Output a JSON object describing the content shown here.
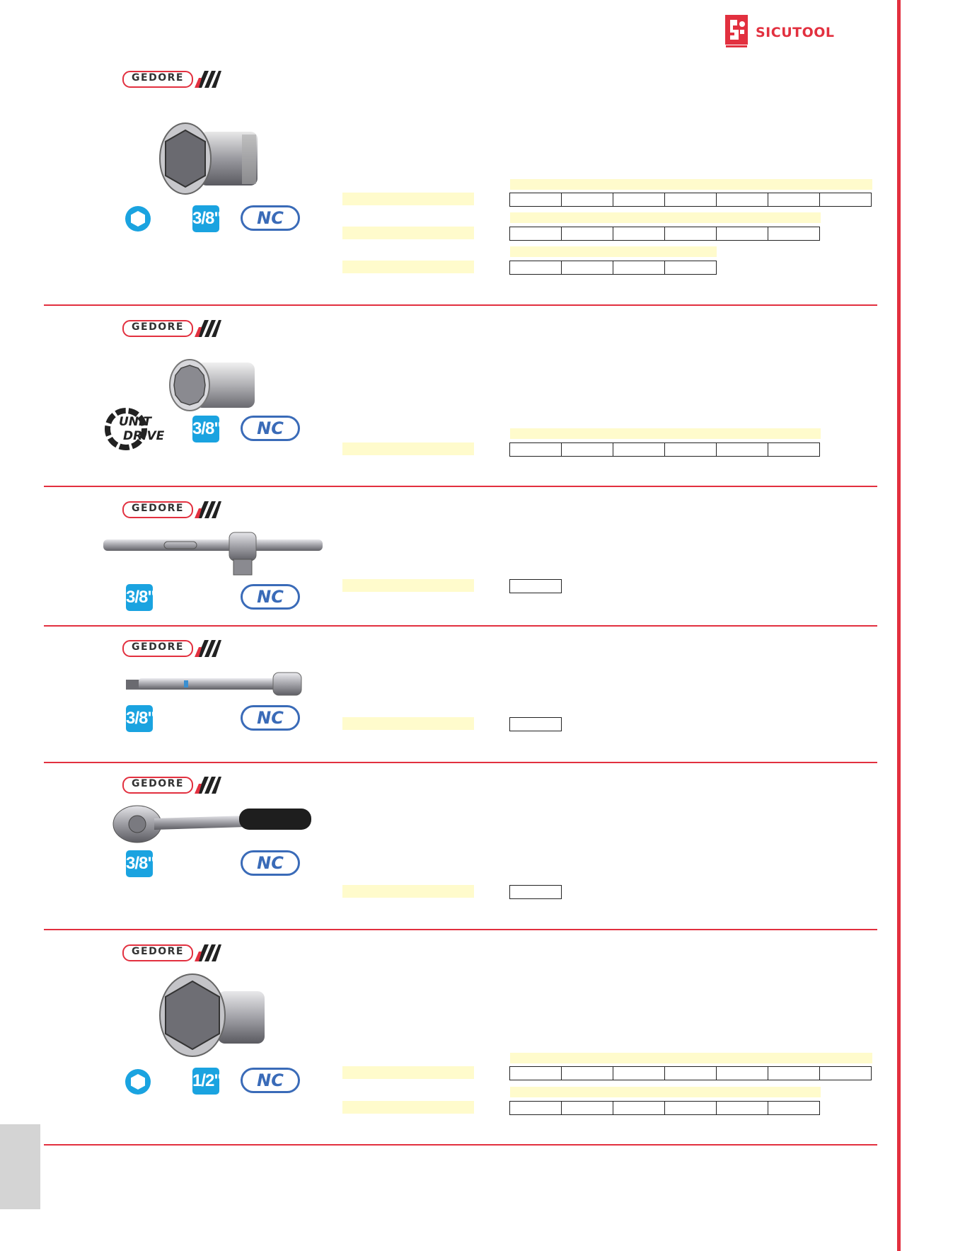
{
  "header": {
    "brand_name": "SICUTOOL",
    "brand_color": "#e2303f"
  },
  "sections": [
    {
      "brand": "GEDORE",
      "product": "hex-socket",
      "badges": [
        "hex-icon",
        "3/8\"",
        "NC"
      ],
      "table_rows": 3
    },
    {
      "brand": "GEDORE",
      "product": "bi-hex-socket",
      "badges": [
        "unit-drive-icon",
        "3/8\"",
        "NC"
      ],
      "unit_drive_text": [
        "UNIT",
        "DRIVE"
      ],
      "table_rows": 1
    },
    {
      "brand": "GEDORE",
      "product": "sliding-t-handle",
      "badges": [
        "3/8\"",
        "NC"
      ],
      "table_rows": 1
    },
    {
      "brand": "GEDORE",
      "product": "extension-bar",
      "badges": [
        "3/8\"",
        "NC"
      ],
      "table_rows": 1
    },
    {
      "brand": "GEDORE",
      "product": "ratchet",
      "badges": [
        "3/8\"",
        "NC"
      ],
      "table_rows": 1
    },
    {
      "brand": "GEDORE",
      "product": "hex-socket-large",
      "badges": [
        "hex-icon",
        "1/2\"",
        "NC"
      ],
      "table_rows": 2
    }
  ],
  "drive_labels": {
    "s1": "3/8\"",
    "s2": "3/8\"",
    "s3": "3/8\"",
    "s4": "3/8\"",
    "s5": "3/8\"",
    "s6": "1/2\""
  },
  "nc_label": "NC",
  "gedore_label": "GEDORE",
  "unit_drive": {
    "line1": "UNIT",
    "line2": "DRIVE"
  },
  "colors": {
    "accent_red": "#e2303f",
    "drive_blue": "#1aa3e0",
    "nc_blue": "#3a6bb8",
    "highlight_yellow": "#fffbcc"
  }
}
